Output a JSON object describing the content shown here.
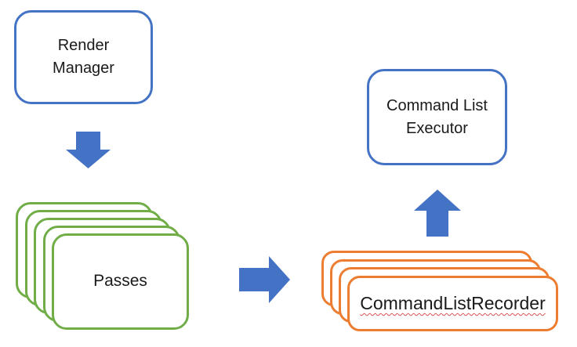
{
  "colors": {
    "background": "#ffffff",
    "blue": "#4472C4",
    "green": "#70AD47",
    "orange": "#ED7D31",
    "label_text": "#1a1a1a",
    "spellcheck_underline": "#dd5555"
  },
  "nodes": {
    "render_manager": {
      "lines": [
        "Render",
        "Manager"
      ]
    },
    "passes": {
      "label": "Passes",
      "stack_count": 5
    },
    "command_list_executor": {
      "lines": [
        "Command List",
        "Executor"
      ]
    },
    "command_list_recorder": {
      "label": "CommandListRecorder",
      "stack_count": 4,
      "spellcheck_underline": true
    }
  },
  "arrows": [
    {
      "direction": "down",
      "from": "render_manager",
      "to": "passes"
    },
    {
      "direction": "right",
      "from": "passes",
      "to": "command_list_recorder"
    },
    {
      "direction": "up",
      "from": "command_list_recorder",
      "to": "command_list_executor"
    }
  ]
}
